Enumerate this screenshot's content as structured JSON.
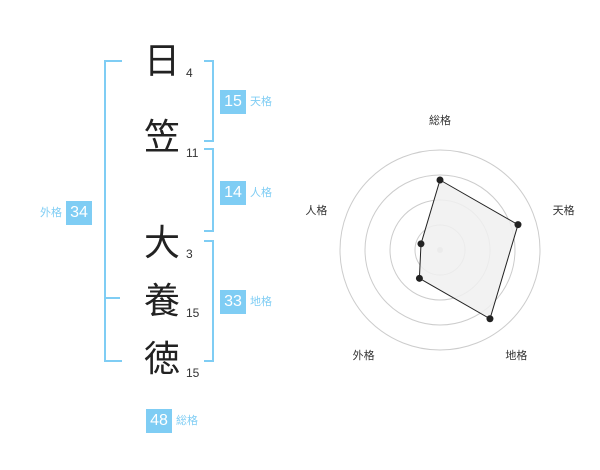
{
  "name": {
    "chars": [
      {
        "char": "日",
        "strokes": "4"
      },
      {
        "char": "笠",
        "strokes": "11"
      },
      {
        "char": "大",
        "strokes": "3"
      },
      {
        "char": "養",
        "strokes": "15"
      },
      {
        "char": "徳",
        "strokes": "15"
      }
    ]
  },
  "kakusu": {
    "tenkaku": {
      "value": "15",
      "label": "天格"
    },
    "jinkaku": {
      "value": "14",
      "label": "人格"
    },
    "chikaku": {
      "value": "33",
      "label": "地格"
    },
    "gaikaku": {
      "value": "34",
      "label": "外格"
    },
    "soukaku": {
      "value": "48",
      "label": "総格"
    }
  },
  "chart_data": {
    "type": "radar",
    "axes": [
      "総格",
      "天格",
      "地格",
      "外格",
      "人格"
    ],
    "values": [
      0.7,
      0.82,
      0.85,
      0.35,
      0.2
    ],
    "max": 1,
    "rings": 4,
    "colors": {
      "stroke": "#222222",
      "fill": "#f0f0f0",
      "ring": "#cccccc"
    }
  },
  "colors": {
    "accent": "#7fcdf4",
    "text": "#222222"
  }
}
